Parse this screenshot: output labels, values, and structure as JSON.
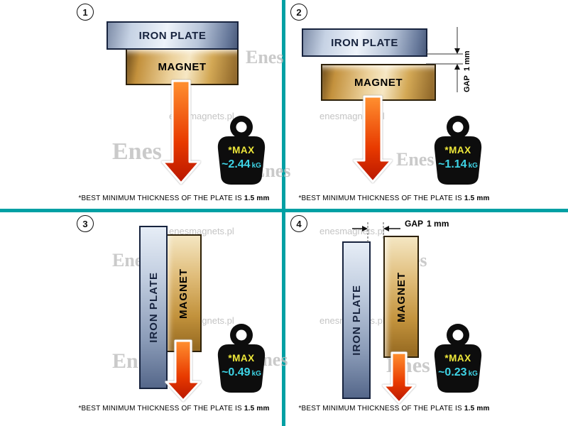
{
  "watermark": {
    "site": "enesmagnets.pl",
    "logo": "Enes"
  },
  "colors": {
    "divider": "#00a0a4",
    "arrow": "#e03000",
    "max_text": "#efe93a",
    "value_text": "#3ed4e6",
    "plate": "#aebcd2",
    "magnet": "#d3a855"
  },
  "panels": [
    {
      "number": "1",
      "orientation": "horizontal",
      "plate_label": "IRON PLATE",
      "magnet_label": "MAGNET",
      "weight": {
        "max": "*MAX",
        "value": "~2.44",
        "unit": "kG"
      },
      "caption": "*BEST MINIMUM THICKNESS OF THE PLATE IS",
      "caption_bold": "1.5 mm"
    },
    {
      "number": "2",
      "orientation": "horizontal",
      "plate_label": "IRON PLATE",
      "magnet_label": "MAGNET",
      "gap": {
        "label": "GAP",
        "value": "1 mm"
      },
      "weight": {
        "max": "*MAX",
        "value": "~1.14",
        "unit": "kG"
      },
      "caption": "*BEST MINIMUM THICKNESS OF THE PLATE IS",
      "caption_bold": "1.5 mm"
    },
    {
      "number": "3",
      "orientation": "vertical",
      "plate_label": "IRON PLATE",
      "magnet_label": "MAGNET",
      "weight": {
        "max": "*MAX",
        "value": "~0.49",
        "unit": "kG"
      },
      "caption": "*BEST MINIMUM THICKNESS OF THE PLATE IS",
      "caption_bold": "1.5 mm"
    },
    {
      "number": "4",
      "orientation": "vertical",
      "plate_label": "IRON PLATE",
      "magnet_label": "MAGNET",
      "gap": {
        "label": "GAP",
        "value": "1 mm"
      },
      "weight": {
        "max": "*MAX",
        "value": "~0.23",
        "unit": "kG"
      },
      "caption": "*BEST MINIMUM THICKNESS OF THE PLATE IS",
      "caption_bold": "1.5 mm"
    }
  ]
}
